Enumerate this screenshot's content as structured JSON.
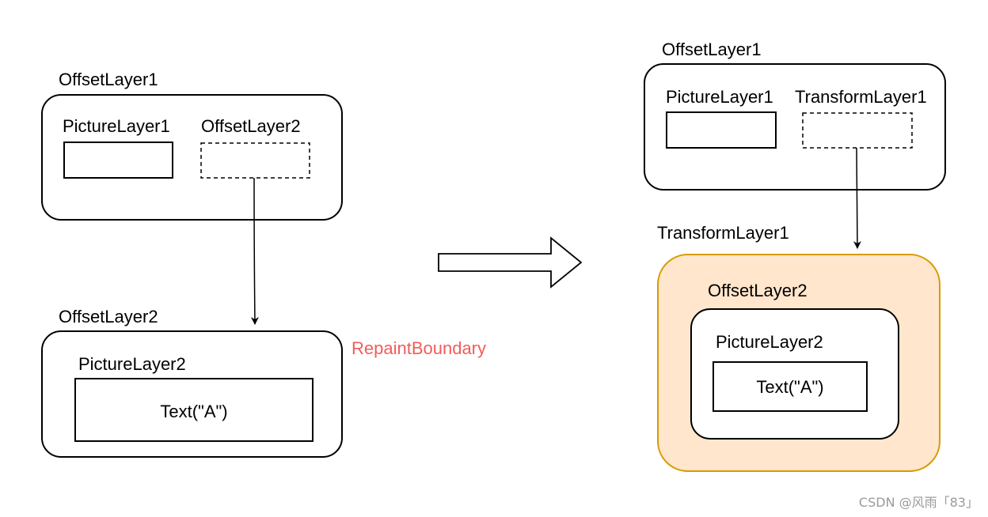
{
  "left": {
    "outer_label": "OffsetLayer1",
    "picture_layer1_label": "PictureLayer1",
    "offset_layer2_label": "OffsetLayer2",
    "lower_label": "OffsetLayer2",
    "picture_layer2_label": "PictureLayer2",
    "text_node": "Text(\"A\")",
    "repaint_boundary": "RepaintBoundary"
  },
  "right": {
    "outer_label": "OffsetLayer1",
    "picture_layer1_label": "PictureLayer1",
    "transform_layer1_label": "TransformLayer1",
    "lower_label": "TransformLayer1",
    "offset_layer2_label": "OffsetLayer2",
    "picture_layer2_label": "PictureLayer2",
    "text_node": "Text(\"A\")"
  },
  "watermark": "CSDN @风雨「83」",
  "colors": {
    "repaint_boundary": "#f25c5c",
    "transform_fill": "#ffe6cc",
    "transform_stroke": "#d79b00"
  }
}
